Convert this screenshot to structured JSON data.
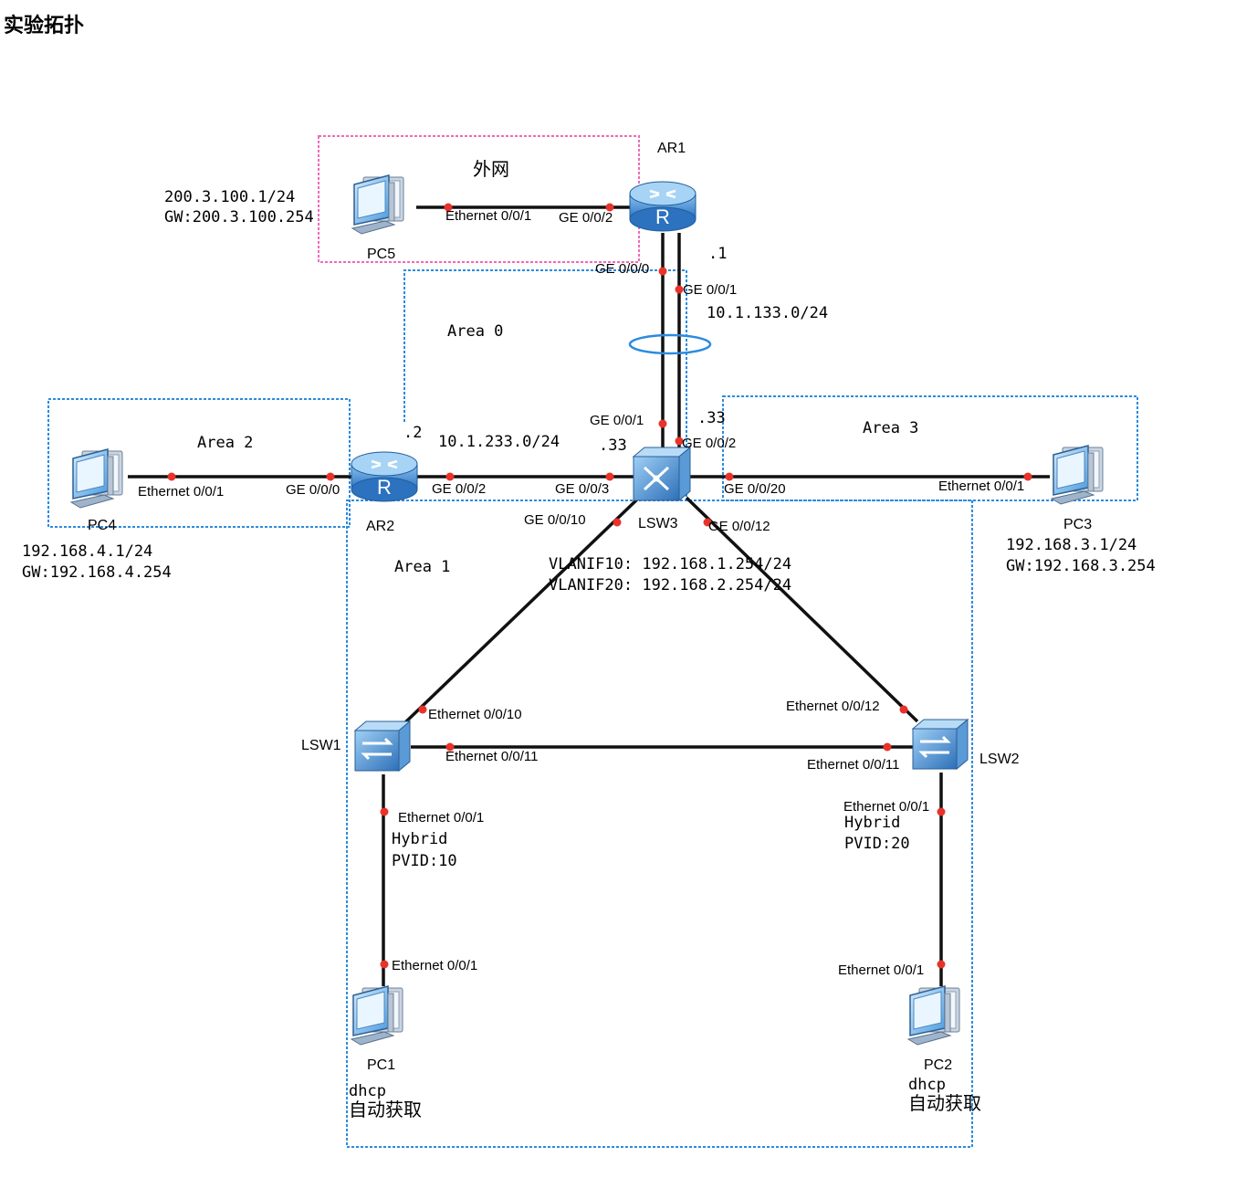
{
  "title": "实验拓扑",
  "zones": {
    "external": "外网",
    "area0": "Area 0",
    "area1": "Area 1",
    "area2": "Area 2",
    "area3": "Area 3"
  },
  "devices": {
    "ar1": "AR1",
    "ar2": "AR2",
    "lsw3": "LSW3",
    "lsw1": "LSW1",
    "lsw2": "LSW2",
    "pc1": "PC1",
    "pc2": "PC2",
    "pc3": "PC3",
    "pc4": "PC4",
    "pc5": "PC5"
  },
  "ports": {
    "pc5_eth": "Ethernet 0/0/1",
    "ar1_ge002": "GE 0/0/2",
    "ar1_ge000": "GE 0/0/0",
    "ar1_ge001": "GE 0/0/1",
    "lsw3_ge001": "GE 0/0/1",
    "lsw3_ge002": "GE 0/0/2",
    "lsw3_ge003": "GE 0/0/3",
    "lsw3_ge0020": "GE 0/0/20",
    "lsw3_ge0010": "GE 0/0/10",
    "lsw3_ge0012": "GE 0/0/12",
    "ar2_ge000": "GE 0/0/0",
    "ar2_ge002": "GE 0/0/2",
    "pc4_eth": "Ethernet 0/0/1",
    "pc3_eth": "Ethernet 0/0/1",
    "lsw1_e0010": "Ethernet 0/0/10",
    "lsw1_e0011": "Ethernet 0/0/11",
    "lsw1_e001": "Ethernet 0/0/1",
    "lsw2_e0012": "Ethernet 0/0/12",
    "lsw2_e0011": "Ethernet 0/0/11",
    "lsw2_e001": "Ethernet 0/0/1",
    "pc1_eth": "Ethernet 0/0/1",
    "pc2_eth": "Ethernet 0/0/1"
  },
  "addresses": {
    "pc5_ip": "200.3.100.1/24",
    "pc5_gw": "GW:200.3.100.254",
    "ar1_dot1": ".1",
    "net_133": "10.1.133.0/24",
    "lsw3_dot33_top": ".33",
    "ar2_dot2": ".2",
    "net_233": "10.1.233.0/24",
    "lsw3_dot33_left": ".33",
    "vlanif10": "VLANIF10: 192.168.1.254/24",
    "vlanif20": "VLANIF20: 192.168.2.254/24",
    "pc4_ip": "192.168.4.1/24",
    "pc4_gw": "GW:192.168.4.254",
    "pc3_ip": "192.168.3.1/24",
    "pc3_gw": "GW:192.168.3.254"
  },
  "access": {
    "lsw1_mode": "Hybrid",
    "lsw1_pvid": "PVID:10",
    "lsw2_mode": "Hybrid",
    "lsw2_pvid": "PVID:20",
    "pc1_dhcp": "dhcp",
    "pc1_auto": "自动获取",
    "pc2_dhcp": "dhcp",
    "pc2_auto": "自动获取"
  },
  "colors": {
    "link": "#111111",
    "port_dot": "#e8322a",
    "zone_external": "#f06ab8",
    "zone_ospf": "#2a8be0",
    "router_body": "#3f8fd8",
    "switch_body": "#3d87cf"
  }
}
